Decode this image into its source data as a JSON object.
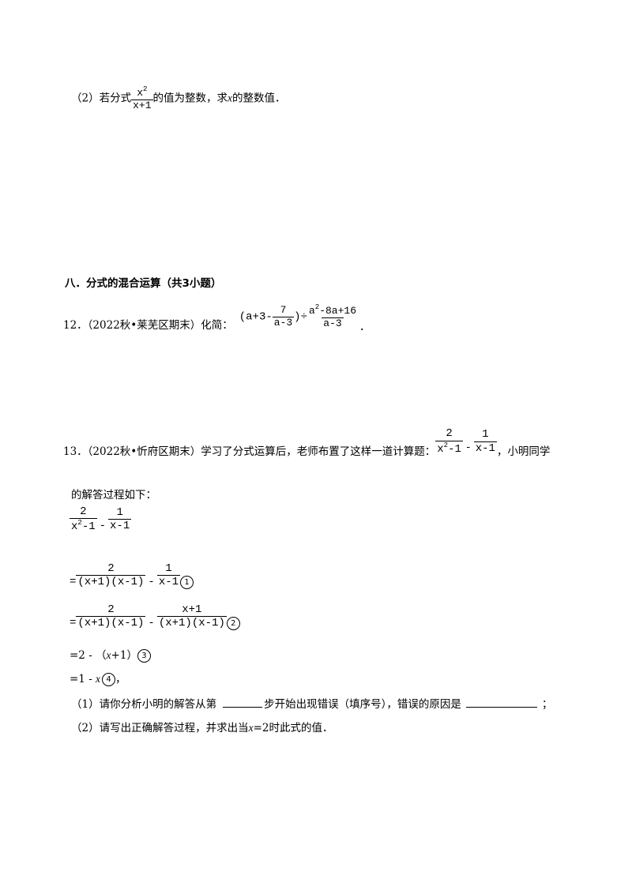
{
  "q11_part2": {
    "prefix": "（2）若分式",
    "frac_num": "x",
    "frac_num_exp": "2",
    "frac_den": "x+1",
    "suffix_a": "的值为整数，求",
    "var": "x",
    "suffix_b": "的整数值．"
  },
  "section8": {
    "heading": "八．分式的混合运算（共3小题）"
  },
  "q12": {
    "label": "12．（2022秋•莱芜区期末）化简：",
    "expr_open": "(a+3-",
    "f1_num": "7",
    "f1_den": "a-3",
    "expr_close": ")÷",
    "f2_num_a": "a",
    "f2_num_exp": "2",
    "f2_num_b": "-8a+16",
    "f2_den": "a-3",
    "end": "．"
  },
  "q13": {
    "label": "13．（2022秋•忻府区期末）学习了分式运算后，老师布置了这样一道计算题：",
    "f1_num": "2",
    "f1_den_a": "x",
    "f1_den_exp": "2",
    "f1_den_b": "-1",
    "minus": "-",
    "f2_num": "1",
    "f2_den": "x-1",
    "tail": "，小明同学",
    "line2": "的解答过程如下：",
    "step0": {
      "f1_num": "2",
      "f1_den_a": "x",
      "f1_den_exp": "2",
      "f1_den_b": "-1",
      "minus": "-",
      "f2_num": "1",
      "f2_den": "x-1"
    },
    "step1": {
      "eq": "=",
      "f1_num": "2",
      "f1_den": "(x+1)(x-1)",
      "minus": "-",
      "f2_num": "1",
      "f2_den": "x-1",
      "mark": "1"
    },
    "step2": {
      "eq": "=",
      "f1_num": "2",
      "f1_den": "(x+1)(x-1)",
      "minus": "-",
      "f2_num": "x+1",
      "f2_den": "(x+1)(x-1)",
      "mark": "2"
    },
    "step3": {
      "text_a": "=2 - （",
      "var": "x",
      "text_b": "+1）",
      "mark": "3"
    },
    "step4": {
      "text_a": "=1 - ",
      "var": "x",
      "mark": "4",
      "tail": "，"
    },
    "sub1": {
      "text_a": "（1）请你分析小明的解答从第",
      "text_b": "步开始出现错误（填序号），错误的原因是",
      "text_c": "；"
    },
    "sub2": {
      "text_a": "（2）请写出正确解答过程，并求出当",
      "var": "x",
      "text_b": "=2时此式的值．"
    }
  }
}
